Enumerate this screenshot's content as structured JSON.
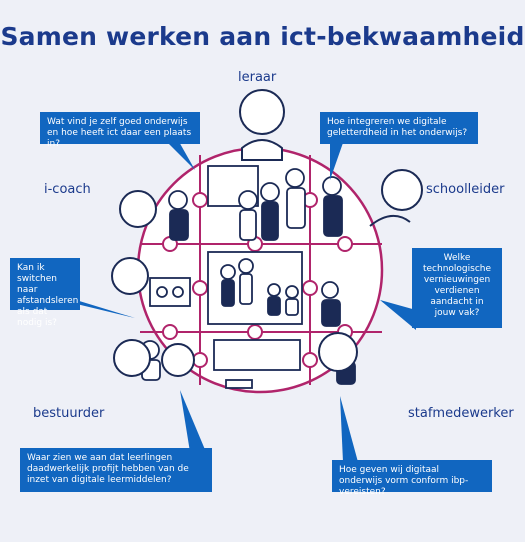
{
  "title": "Samen werken aan ict-bekwaamheid",
  "roles": {
    "leraar": "leraar",
    "icoach": "i-coach",
    "schoolleider": "schoolleider",
    "bestuurder": "bestuurder",
    "stafmedewerker": "stafmedewerker"
  },
  "questions": {
    "leraar": "Wat vind je zelf goed onderwijs en hoe heeft ict daar een plaats in?",
    "schoolleider": "Hoe integreren we digitale geletterdheid in het onderwijs?",
    "icoach": "Kan ik switchen naar afstandsleren als dat nodig is?",
    "vak": "Welke technologische vernieuwingen verdienen aandacht in jouw vak?",
    "bestuurder": "Waar zien we aan dat leerlingen daadwerkelijk profijt hebben van de inzet van digitale leermiddelen?",
    "stafmedewerker": "Hoe geven wij digitaal onderwijs vorm conform ibp-vereisten?"
  },
  "colors": {
    "title": "#1b3a8c",
    "bubble": "#1166c0",
    "puzzle_outline": "#b0246b",
    "background": "#eef0f7"
  }
}
